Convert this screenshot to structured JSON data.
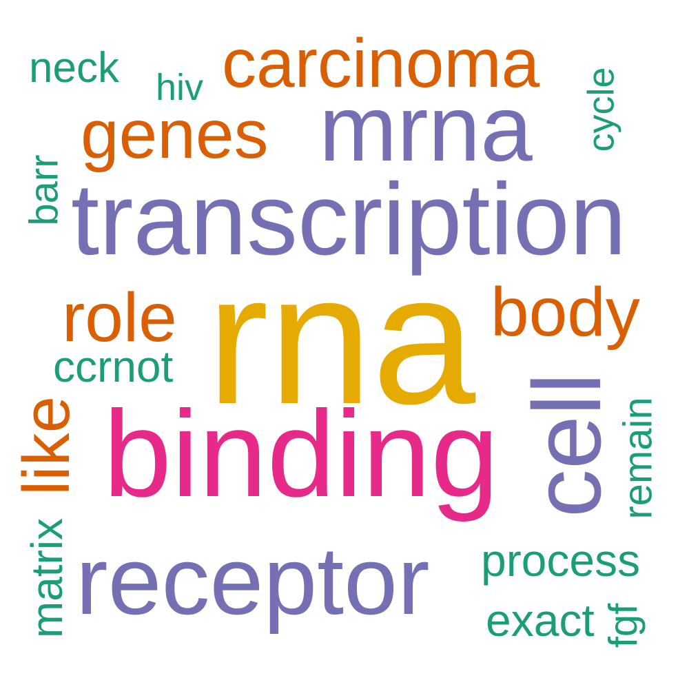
{
  "colors": {
    "orange": "#D95F02",
    "purple": "#7570B3",
    "green": "#1B9E77",
    "gold": "#E6AB02",
    "pink": "#E7298A"
  },
  "words": {
    "neck": "neck",
    "hiv": "hiv",
    "carcinoma": "carcinoma",
    "cycle": "cycle",
    "genes": "genes",
    "mrna": "mrna",
    "barr": "barr",
    "transcription": "transcription",
    "role": "role",
    "rna": "rna",
    "body": "body",
    "ccrnot": "ccrnot",
    "like": "like",
    "binding": "binding",
    "cell": "cell",
    "remain": "remain",
    "matrix": "matrix",
    "receptor": "receptor",
    "process": "process",
    "exact": "exact",
    "fgf": "fgf"
  }
}
